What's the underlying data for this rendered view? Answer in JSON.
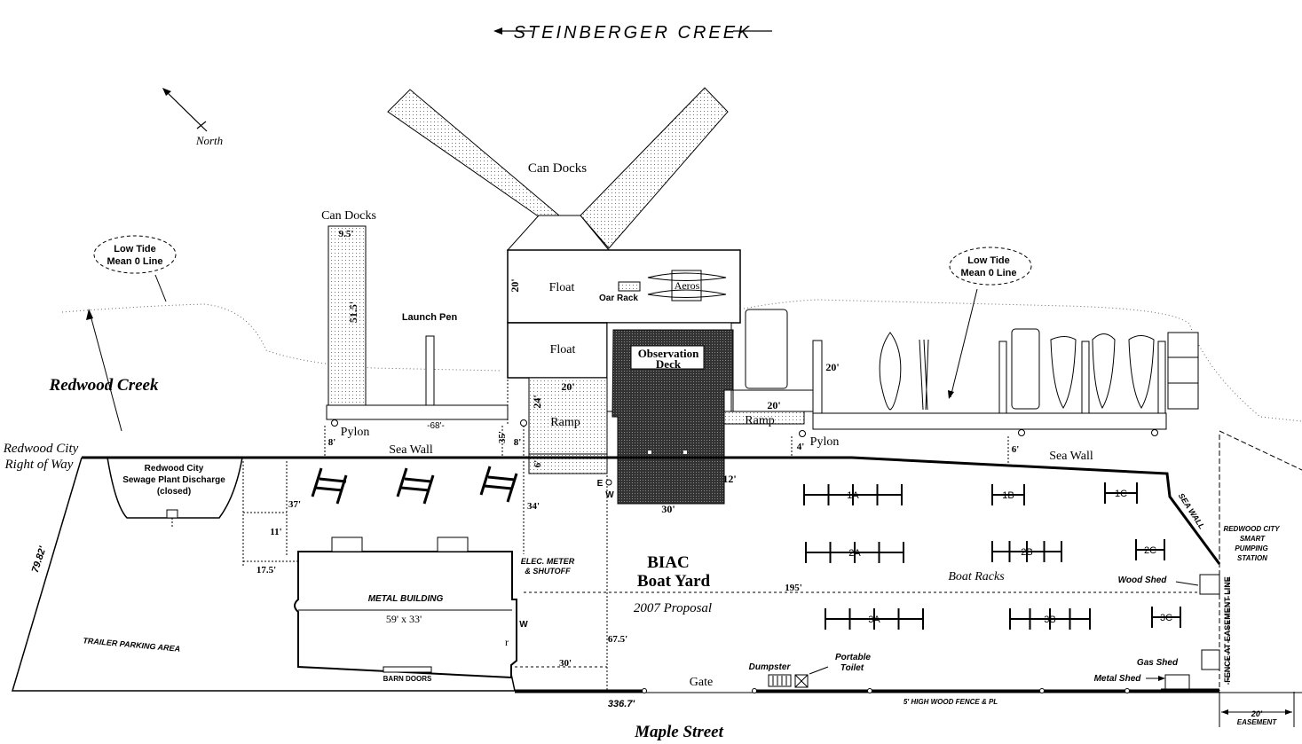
{
  "title": "STEINBERGER CREEK",
  "compass": {
    "label": "North"
  },
  "water": {
    "redwood_creek": "Redwood Creek",
    "low_tide_left": [
      "Low Tide",
      "Mean 0 Line"
    ],
    "low_tide_right": [
      "Low Tide",
      "Mean 0 Line"
    ]
  },
  "docks": {
    "can_docks_top": "Can Docks",
    "can_docks_left": "Can Docks",
    "can_dock_width": "9.5'",
    "can_dock_length": "51.5'",
    "launch_pen": "Launch Pen",
    "float_upper": "Float",
    "float_lower": "Float",
    "float_height": "20'",
    "oar_rack": "Oar Rack",
    "aeros": "Aeros",
    "observation_deck": [
      "Observation",
      "Deck"
    ],
    "ramp_left": "Ramp",
    "ramp_left_w": "20'",
    "ramp_left_h": "24'",
    "ramp_right": "Ramp",
    "ramp_right_w": "20'",
    "right_dock_h": "20'",
    "pier_length": "-68'-",
    "pylon_left": "Pylon",
    "pylon_right": "Pylon"
  },
  "dimensions": {
    "d8a": "8'",
    "d35": "35'",
    "d8b": "8'",
    "d6": "6'",
    "d4": "4'",
    "d6b": "6'",
    "d12": "12'",
    "d30": "30'",
    "d37": "37'",
    "d11": "11'",
    "d17_5": "17.5'",
    "d34": "34'",
    "d195": "195'",
    "d67_5": "67.5'",
    "d30b": "30'",
    "d336": "336.7'",
    "d79": "79.82'",
    "easement": "20'",
    "easement_label": "EASEMENT"
  },
  "shore": {
    "sea_wall_left": "Sea Wall",
    "sea_wall_right": "Sea Wall",
    "sea_wall_diag": "SEA WALL",
    "row": [
      "Redwood City",
      "Right of Way"
    ],
    "sewage": [
      "Redwood City",
      "Sewage Plant Discharge",
      "(closed)"
    ],
    "pumping": [
      "REDWOOD CITY",
      "SMART",
      "PUMPING",
      "STATION"
    ],
    "fence_easement": "FENCE AT EASEMENT LINE",
    "e_label": "E",
    "w_label": "W"
  },
  "yard": {
    "biac": "BIAC",
    "boat_yard": "Boat Yard",
    "proposal": "2007 Proposal",
    "boat_racks": "Boat Racks",
    "racks": [
      "1A",
      "1B",
      "1C",
      "2A",
      "2B",
      "2C",
      "3A",
      "3B",
      "3C"
    ],
    "wood_shed": "Wood Shed",
    "gas_shed": "Gas Shed",
    "metal_shed": "Metal Shed",
    "dumpster": "Dumpster",
    "portable_toilet": [
      "Portable",
      "Toilet"
    ],
    "gate": "Gate",
    "fence": "5' HIGH WOOD FENCE & PL",
    "trailer_parking": "TRAILER PARKING AREA"
  },
  "building": {
    "name": "METAL BUILDING",
    "size": "59' x 33'",
    "barn_doors": "BARN DOORS",
    "elec": [
      "ELEC. METER",
      "& SHUTOFF"
    ],
    "w": "W",
    "r": "r"
  },
  "street": "Maple Street"
}
